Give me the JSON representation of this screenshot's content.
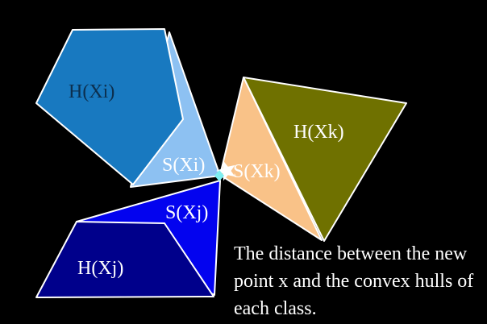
{
  "diagram": {
    "title": "distance from new point x to convex hulls",
    "background": "#000000",
    "hulls": {
      "hxi": {
        "label": "H(Xi)",
        "color": "#1879c0",
        "label_color": "#0c2f4e"
      },
      "sxi": {
        "label": "S(Xi)",
        "color": "#8dc1f2",
        "label_color": "#ffffff"
      },
      "hxj": {
        "label": "H(Xj)",
        "color": "#00008b",
        "label_color": "#ffffff"
      },
      "sxj": {
        "label": "S(Xj)",
        "color": "#0303ef",
        "label_color": "#ffffff"
      },
      "hxk": {
        "label": "H(Xk)",
        "color": "#6f7100",
        "label_color": "#ffffff"
      },
      "sxk": {
        "label": "S(Xk)",
        "color": "#f9c288",
        "label_color": "#ffffff"
      }
    },
    "marker": {
      "name": "new point x",
      "star_color": "#ffffff",
      "dot_color": "#7deef0"
    },
    "caption": {
      "color": "#ffffff",
      "line1": "The distance between the new",
      "line2": "point x and the convex hulls of",
      "line3": "each class."
    }
  }
}
